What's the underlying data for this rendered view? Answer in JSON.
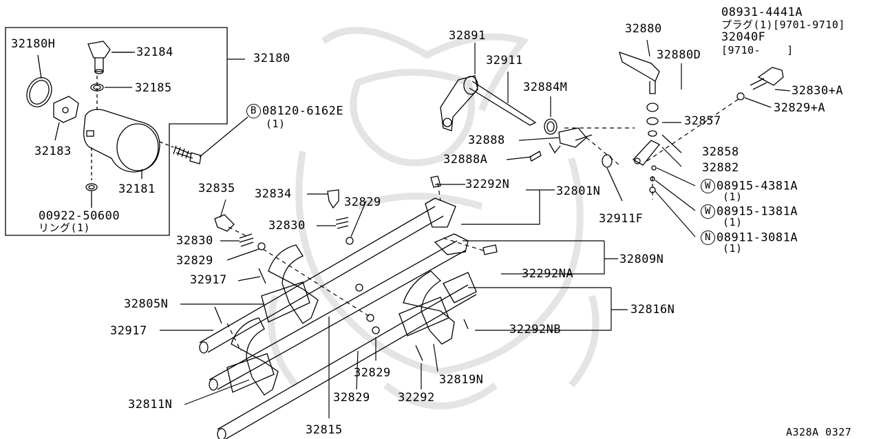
{
  "diagram_id": "A328A 0327",
  "callouts": {
    "p32180H": "32180H",
    "p32184": "32184",
    "p32185": "32185",
    "p32183": "32183",
    "p32181": "32181",
    "p00922": "00922-50600",
    "p00922_note": "リング(1)",
    "p32180": "32180",
    "b_letter": "B",
    "p08120": "08120-6162E",
    "p08120_qty": "(1)",
    "p32891": "32891",
    "p32911": "32911",
    "p32884M": "32884M",
    "p32888": "32888",
    "p32888A": "32888A",
    "p32911F": "32911F",
    "p32880": "32880",
    "p32880D": "32880D",
    "p08931": "08931-4441A",
    "p08931_note": "プラグ(1)[9701-9710]",
    "p32040F": "32040F",
    "p32040F_note": "[9710-    ]",
    "p32830A": "32830+A",
    "p32829A": "32829+A",
    "p32857": "32857",
    "p32858": "32858",
    "p32882": "32882",
    "w_letter1": "W",
    "p08915_4381": "08915-4381A",
    "p08915_4381_qty": "(1)",
    "w_letter2": "W",
    "p08915_1381": "08915-1381A",
    "p08915_1381_qty": "(1)",
    "n_letter": "N",
    "p08911": "08911-3081A",
    "p08911_qty": "(1)",
    "p32292N": "32292N",
    "p32801N": "32801N",
    "p32835": "32835",
    "p32834": "32834",
    "p32829_a": "32829",
    "p32830_a": "32830",
    "p32830_b": "32830",
    "p32829_b": "32829",
    "p32917_a": "32917",
    "p32805N": "32805N",
    "p32917_b": "32917",
    "p32811N": "32811N",
    "p32815": "32815",
    "p32829_c": "32829",
    "p32829_d": "32829",
    "p32292": "32292",
    "p32819N": "32819N",
    "p32292NB": "32292NB",
    "p32816N": "32816N",
    "p32292NA": "32292NA",
    "p32809N": "32809N"
  }
}
